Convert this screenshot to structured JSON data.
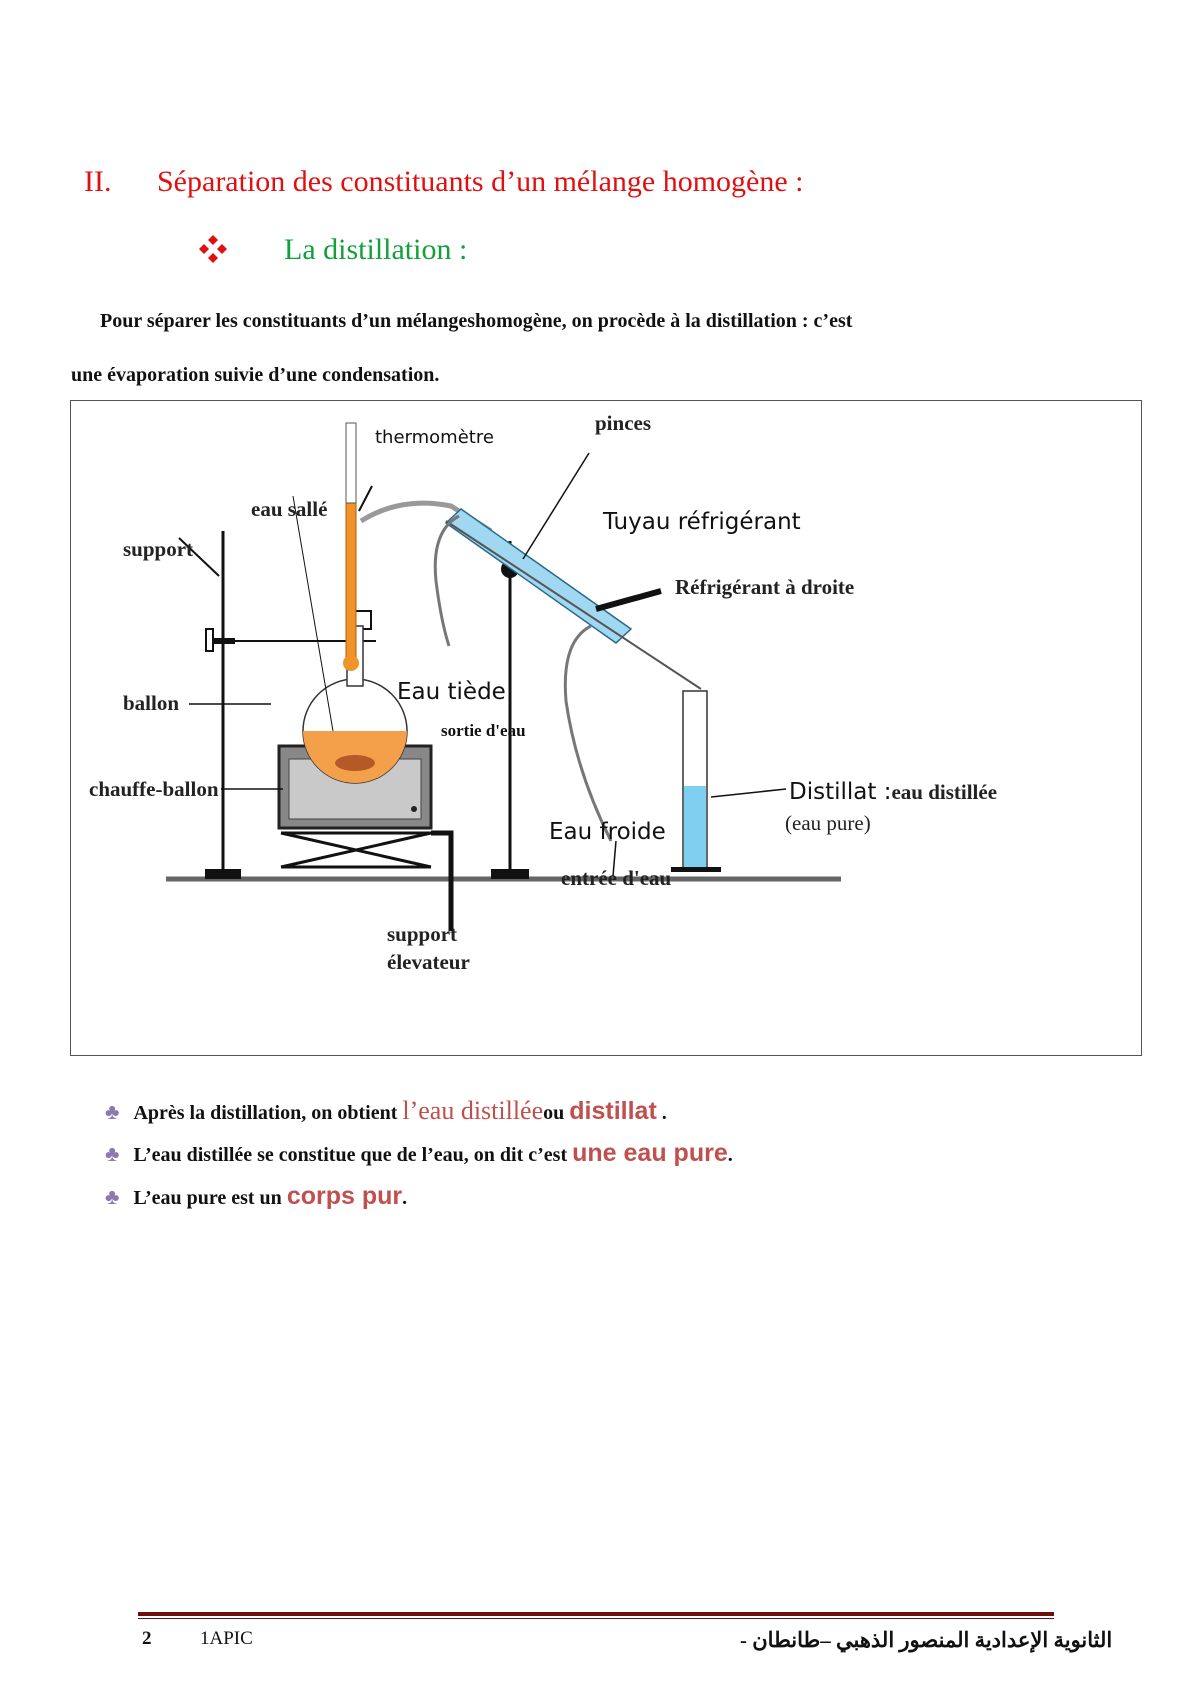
{
  "section": {
    "number": "II.",
    "title": "Séparation des constituants d’un mélange homogène :"
  },
  "subsection": {
    "title": "La distillation :"
  },
  "intro": {
    "line1": "Pour séparer les constituants d’un mélangeshomogène, on procède à la distillation : c’est",
    "line2": "une évaporation suivie d’une condensation."
  },
  "figure": {
    "labels": {
      "thermometre": "thermomètre",
      "pinces": "pinces",
      "eau_salee": "eau sallé",
      "tuyau_refrigerant": "Tuyau réfrigérant",
      "support": "support",
      "refrigerant_droite": "Réfrigérant à droite",
      "ballon": "ballon",
      "eau_tiede": "Eau tiède",
      "sortie_eau": "sortie d'eau",
      "chauffe_ballon": "chauffe-ballon",
      "distillat": "Distillat :",
      "eau_distillee": "eau distillée",
      "eau_pure": "(eau pure)",
      "eau_froide": "Eau froide",
      "entree_eau": "entrée d'eau",
      "support_elevateur_1": "support",
      "support_elevateur_2": "élevateur"
    },
    "colors": {
      "thermometer": "#f0932a",
      "flask_liquid": "#f4a04a",
      "condenser": "#9fd8f0",
      "distillate": "#7fd0f0",
      "metal": "#111111"
    }
  },
  "bullets": [
    {
      "before": "Après la distillation, on obtient ",
      "hl1": "l’eau distillée",
      "mid": "ou ",
      "hl2": "distillat",
      "after": " ."
    },
    {
      "before": "L’eau distillée se constitue que de l’eau, on dit c’est ",
      "hl1": "une eau pure",
      "after": "."
    },
    {
      "before": "L’eau pure est un ",
      "hl1": "corps pur",
      "after": "."
    }
  ],
  "footer": {
    "page": "2",
    "class": "1APIC",
    "school": "الثانوية الإعدادية المنصور الذهبي –طانطان -"
  }
}
